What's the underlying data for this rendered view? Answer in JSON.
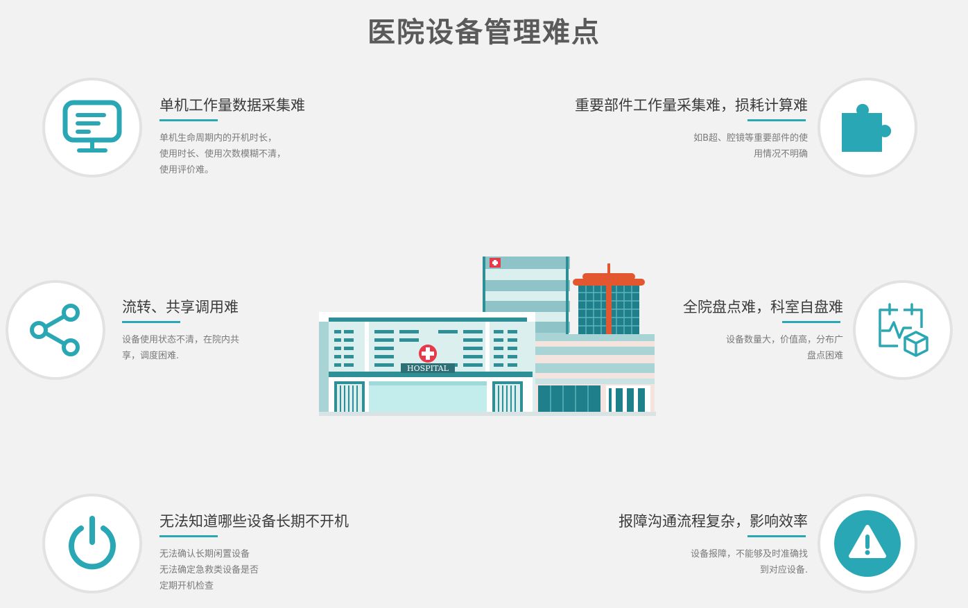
{
  "page": {
    "title": "医院设备管理难点"
  },
  "items": [
    {
      "title": "单机工作量数据采集难",
      "desc": [
        "单机生命周期内的开机时长，",
        "使用时长、使用次数模糊不清，",
        "使用评价难。"
      ],
      "icon": "monitor-icon"
    },
    {
      "title": "重要部件工作量采集难，损耗计算难",
      "desc": [
        "如B超、腔镜等重要部件的使",
        "用情况不明确"
      ],
      "icon": "puzzle-icon"
    },
    {
      "title": "流转、共享调用难",
      "desc": [
        "设备使用状态不清，在院内共",
        "享，调度困难."
      ],
      "icon": "share-icon"
    },
    {
      "title": "全院盘点难，科室自盘难",
      "desc": [
        "设备数量大，价值高，分布广",
        "盘点困难"
      ],
      "icon": "inventory-icon"
    },
    {
      "title": "无法知道哪些设备长期不开机",
      "desc": [
        "无法确认长期闲置设备",
        "无法确定急救类设备是否",
        "定期开机检查"
      ],
      "icon": "power-icon"
    },
    {
      "title": "报障沟通流程复杂，影响效率",
      "desc": [
        "设备报障，不能够及时准确找",
        "到对应设备."
      ],
      "icon": "warning-icon"
    }
  ],
  "illustration": {
    "sign": "HOSPITAL",
    "icon": "hospital-building-icon"
  },
  "colors": {
    "accent": "#2aa7b4",
    "background": "#f2f2f2",
    "title": "#5a5a5a"
  }
}
